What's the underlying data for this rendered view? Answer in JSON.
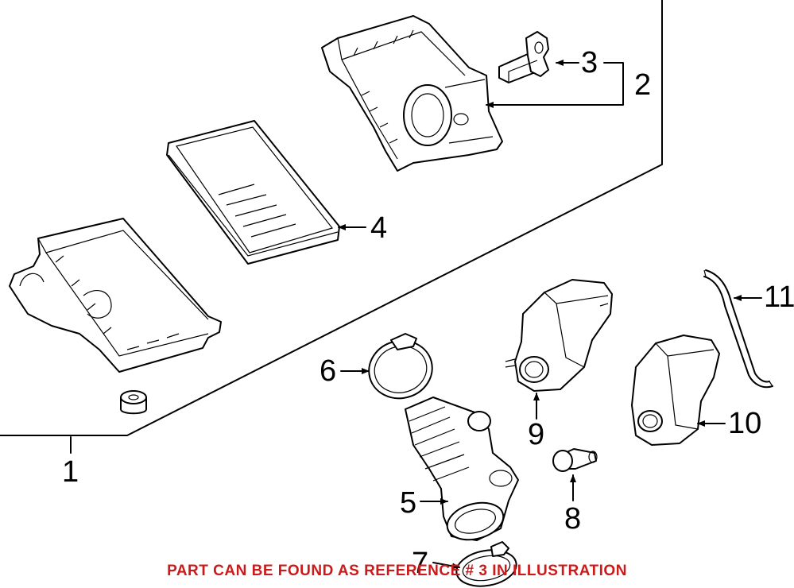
{
  "callouts": {
    "c1": "1",
    "c2": "2",
    "c3": "3",
    "c4": "4",
    "c5": "5",
    "c6": "6",
    "c7": "7",
    "c8": "8",
    "c9": "9",
    "c10": "10",
    "c11": "11"
  },
  "banner": {
    "text": "PART CAN BE FOUND AS REFERENCE # 3 IN ILLUSTRATION",
    "color": "#cc1a1a"
  }
}
